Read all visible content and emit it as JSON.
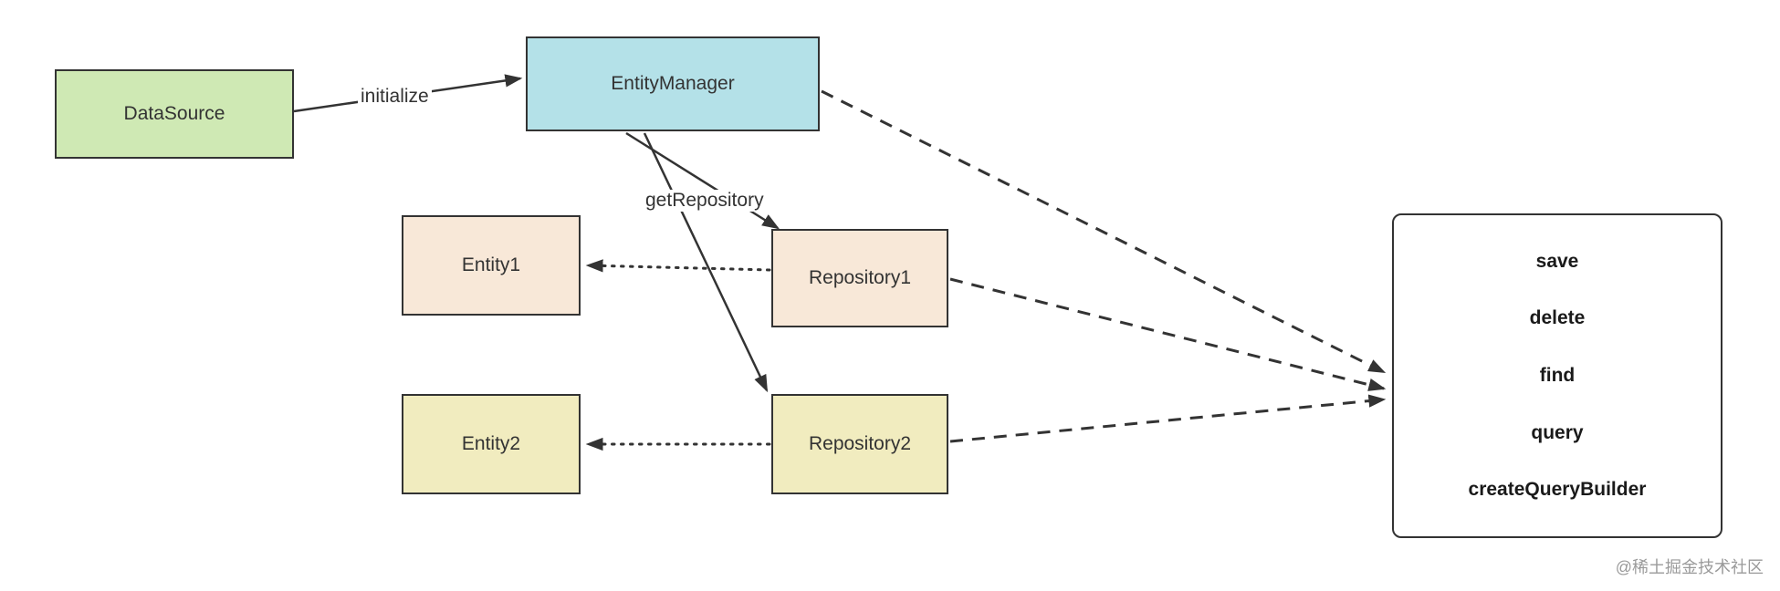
{
  "diagram": {
    "nodes": {
      "datasource": {
        "label": "DataSource"
      },
      "entitymanager": {
        "label": "EntityManager"
      },
      "entity1": {
        "label": "Entity1"
      },
      "repository1": {
        "label": "Repository1"
      },
      "entity2": {
        "label": "Entity2"
      },
      "repository2": {
        "label": "Repository2"
      }
    },
    "edges": {
      "initialize_label": "initialize",
      "getrepository_label": "getRepository"
    },
    "methods_box": {
      "items": [
        "save",
        "delete",
        "find",
        "query",
        "createQueryBuilder"
      ]
    },
    "colors": {
      "datasource_fill": "#cfe9b4",
      "entitymanager_fill": "#b4e1e8",
      "entity1_fill": "#f8e8d8",
      "repository1_fill": "#f8e8d8",
      "entity2_fill": "#f1ecbf",
      "repository2_fill": "#f1ecbf",
      "methods_box_fill": "#ffffff",
      "border": "#333333",
      "edge_stroke": "#333333",
      "watermark_color": "#9a9a9a"
    },
    "watermark": "@稀土掘金技术社区"
  }
}
